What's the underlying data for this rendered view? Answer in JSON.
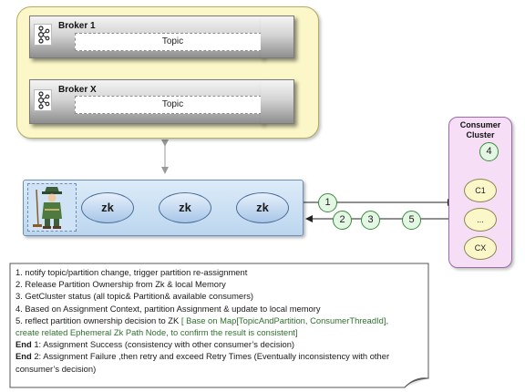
{
  "brokers": [
    {
      "name": "Broker 1",
      "topic": "Topic"
    },
    {
      "name": "Broker X",
      "topic": "Topic"
    }
  ],
  "zookeeper": {
    "nodes": [
      "zk",
      "zk",
      "zk"
    ]
  },
  "consumer_cluster": {
    "title_line1": "Consumer",
    "title_line2": "Cluster",
    "consumers": [
      "C1",
      "...",
      "CX"
    ]
  },
  "steps": {
    "s1": "1",
    "s2": "2",
    "s3": "3",
    "s4": "4",
    "s5": "5"
  },
  "notes": {
    "line1": "1. notify  topic/partition change, trigger partition re-assignment",
    "line2": "2. Release Partition Ownership from Zk & local Memory",
    "line3": "3. GetCluster status   (all topic& Partition& available consumers)",
    "line4": "4. Based on Assignment Context, partition Assignment & update to local memory",
    "line5_prefix": "5. reflect partition ownership decision to ZK ",
    "line5_hl": "[ Base on Map[TopicAndPartition, ConsumerThreadId],",
    "line6_hl": "create related Ephemeral Zk Path Node, to confirm the result is consistent]",
    "end1_label": "End",
    "end1_text": " 1: Assignment Success (consistency with other consumer’s decision)",
    "end2_label": "End",
    "end2_text": " 2: Assignment Failure ,then retry and exceed Retry Times (Eventually inconsistency with other",
    "end2_cont": "consumer’s decision)"
  },
  "colors": {
    "broker_cluster_bg": "#fbf7c8",
    "zk_bar_bg": "#bcd6ef",
    "consumer_cluster_bg": "#f6dff6",
    "step_circle_border": "#3f8a3f",
    "highlight_text": "#2f6f2f"
  }
}
